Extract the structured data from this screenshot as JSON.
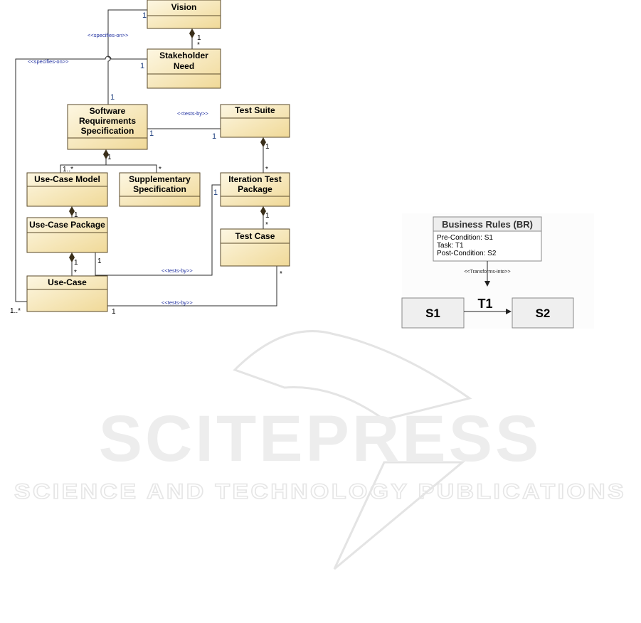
{
  "watermark": {
    "brand": "SCITEPRESS",
    "tagline": "SCIENCE AND TECHNOLOGY PUBLICATIONS"
  },
  "uml": {
    "classes": {
      "vision": [
        "Vision"
      ],
      "stakeholder_need": [
        "Stakeholder",
        "Need"
      ],
      "srs": [
        "Software",
        "Requirements",
        "Specification"
      ],
      "test_suite": [
        "Test Suite"
      ],
      "use_case_model": [
        "Use-Case Model"
      ],
      "supplementary_spec": [
        "Supplementary",
        "Specification"
      ],
      "iteration_test_package": [
        "Iteration Test",
        "Package"
      ],
      "use_case_package": [
        "Use-Case Package"
      ],
      "test_case": [
        "Test Case"
      ],
      "use_case": [
        "Use-Case"
      ]
    },
    "stereotypes": {
      "specifies_on": "<<specifies-on>>",
      "tests_by": "<<tests-by>>"
    },
    "multiplicities": {
      "one": "1",
      "many": "*",
      "one_many": "1..*"
    }
  },
  "business_rules": {
    "title": "Business Rules (BR)",
    "lines": [
      "Pre-Condition: S1",
      "Task: T1",
      "Post-Condition: S2"
    ],
    "stereotype": "<<Transforms-into>>",
    "source_state": "S1",
    "target_state": "S2",
    "transition": "T1"
  },
  "colors": {
    "box_top": "#fdf6dd",
    "box_bottom": "#f2dc9c",
    "stereotype_text": "#1f2f9f",
    "state_fill": "#efefef"
  }
}
